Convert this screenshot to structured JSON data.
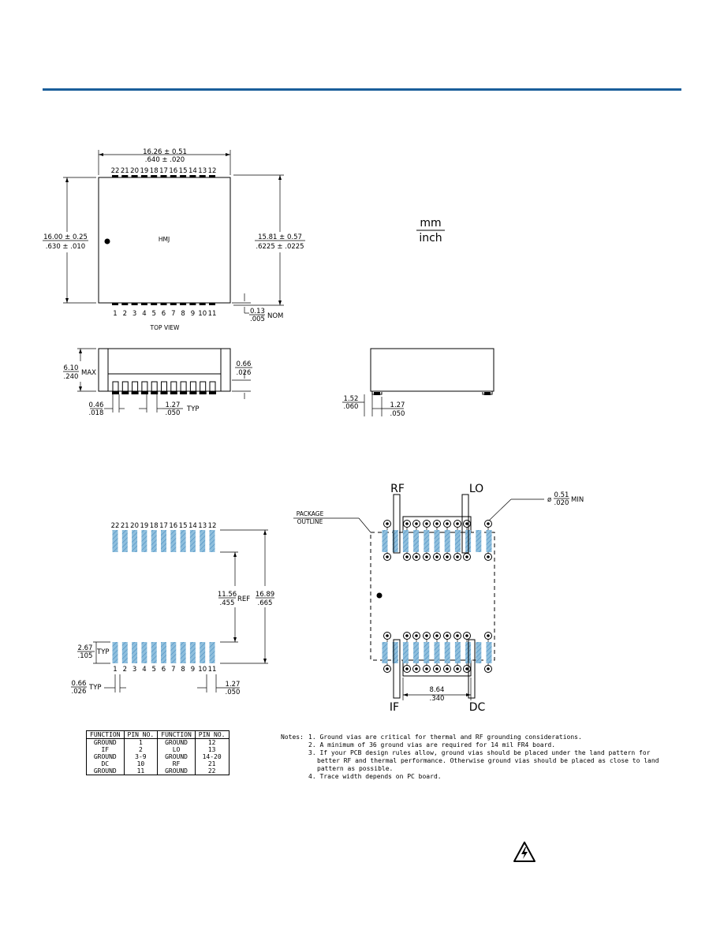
{
  "header": {
    "rule_color": "#1a5e9a"
  },
  "units": {
    "top": "mm",
    "bottom": "inch"
  },
  "top_view": {
    "body_label": "HMJ",
    "caption": "TOP VIEW",
    "width_mm": "16.26 ± 0.51",
    "width_in": ".640 ± .020",
    "height_left_mm": "16.00 ± 0.25",
    "height_left_in": ".630 ± .010",
    "height_right_mm": "15.81 ± 0.57",
    "height_right_in": ".6225 ± .0225",
    "standoff_mm": "0.13",
    "standoff_in": ".005",
    "standoff_note": "NOM",
    "top_pins": [
      "22",
      "21",
      "20",
      "19",
      "18",
      "17",
      "16",
      "15",
      "14",
      "13",
      "12"
    ],
    "bottom_pins": [
      "1",
      "2",
      "3",
      "4",
      "5",
      "6",
      "7",
      "8",
      "9",
      "10",
      "11"
    ]
  },
  "side_view": {
    "height_mm": "6.10",
    "height_in": ".240",
    "height_note": "MAX",
    "lead_mm": "0.66",
    "lead_in": ".026",
    "lead_width_mm": "0.46",
    "lead_width_in": ".018",
    "pitch_mm": "1.27",
    "pitch_in": ".050",
    "pitch_note": "TYP"
  },
  "end_view": {
    "a_mm": "1.52",
    "a_in": ".060",
    "b_mm": "1.27",
    "b_in": ".050"
  },
  "land_pattern": {
    "top_pins": [
      "22",
      "21",
      "20",
      "19",
      "18",
      "17",
      "16",
      "15",
      "14",
      "13",
      "12"
    ],
    "bottom_pins": [
      "1",
      "2",
      "3",
      "4",
      "5",
      "6",
      "7",
      "8",
      "9",
      "10",
      "11"
    ],
    "inner_mm": "11.56",
    "inner_in": ".455",
    "inner_note": "REF",
    "outer_mm": "16.89",
    "outer_in": ".665",
    "pad_len_mm": "2.67",
    "pad_len_in": ".105",
    "pad_len_note": "TYP",
    "pad_w_mm": "0.66",
    "pad_w_in": ".026",
    "pad_w_note": "TYP",
    "pitch_mm": "1.27",
    "pitch_in": ".050",
    "pad_color": "#8fbfdd"
  },
  "board_layout": {
    "label_rf": "RF",
    "label_lo": "LO",
    "label_if": "IF",
    "label_dc": "DC",
    "outline_line1": "PACKAGE",
    "outline_line2": "OUTLINE",
    "via_prefix": "ø",
    "via_mm": "0.51",
    "via_in": ".020",
    "via_note": "MIN",
    "span_mm": "8.64",
    "span_in": ".340"
  },
  "function_table": {
    "headers": [
      "FUNCTION",
      "PIN NO.",
      "FUNCTION",
      "PIN NO."
    ],
    "rows": [
      [
        "GROUND",
        "1",
        "GROUND",
        "12"
      ],
      [
        "IF",
        "2",
        "LO",
        "13"
      ],
      [
        "GROUND",
        "3-9",
        "GROUND",
        "14-20"
      ],
      [
        "DC",
        "10",
        "RF",
        "21"
      ],
      [
        "GROUND",
        "11",
        "GROUND",
        "22"
      ]
    ]
  },
  "notes": {
    "label": "Notes:",
    "items": [
      "1. Ground vias are critical for thermal and RF grounding considerations.",
      "2. A minimum of 36 ground vias are required for 14 mil FR4 board.",
      "3. If your PCB design rules allow, ground vias should be placed under the land pattern for better RF and thermal performance. Otherwise ground vias should be placed as close to land pattern as possible.",
      "4. Trace width depends on PC board."
    ]
  },
  "warning_icon": "high-voltage-warning-icon"
}
